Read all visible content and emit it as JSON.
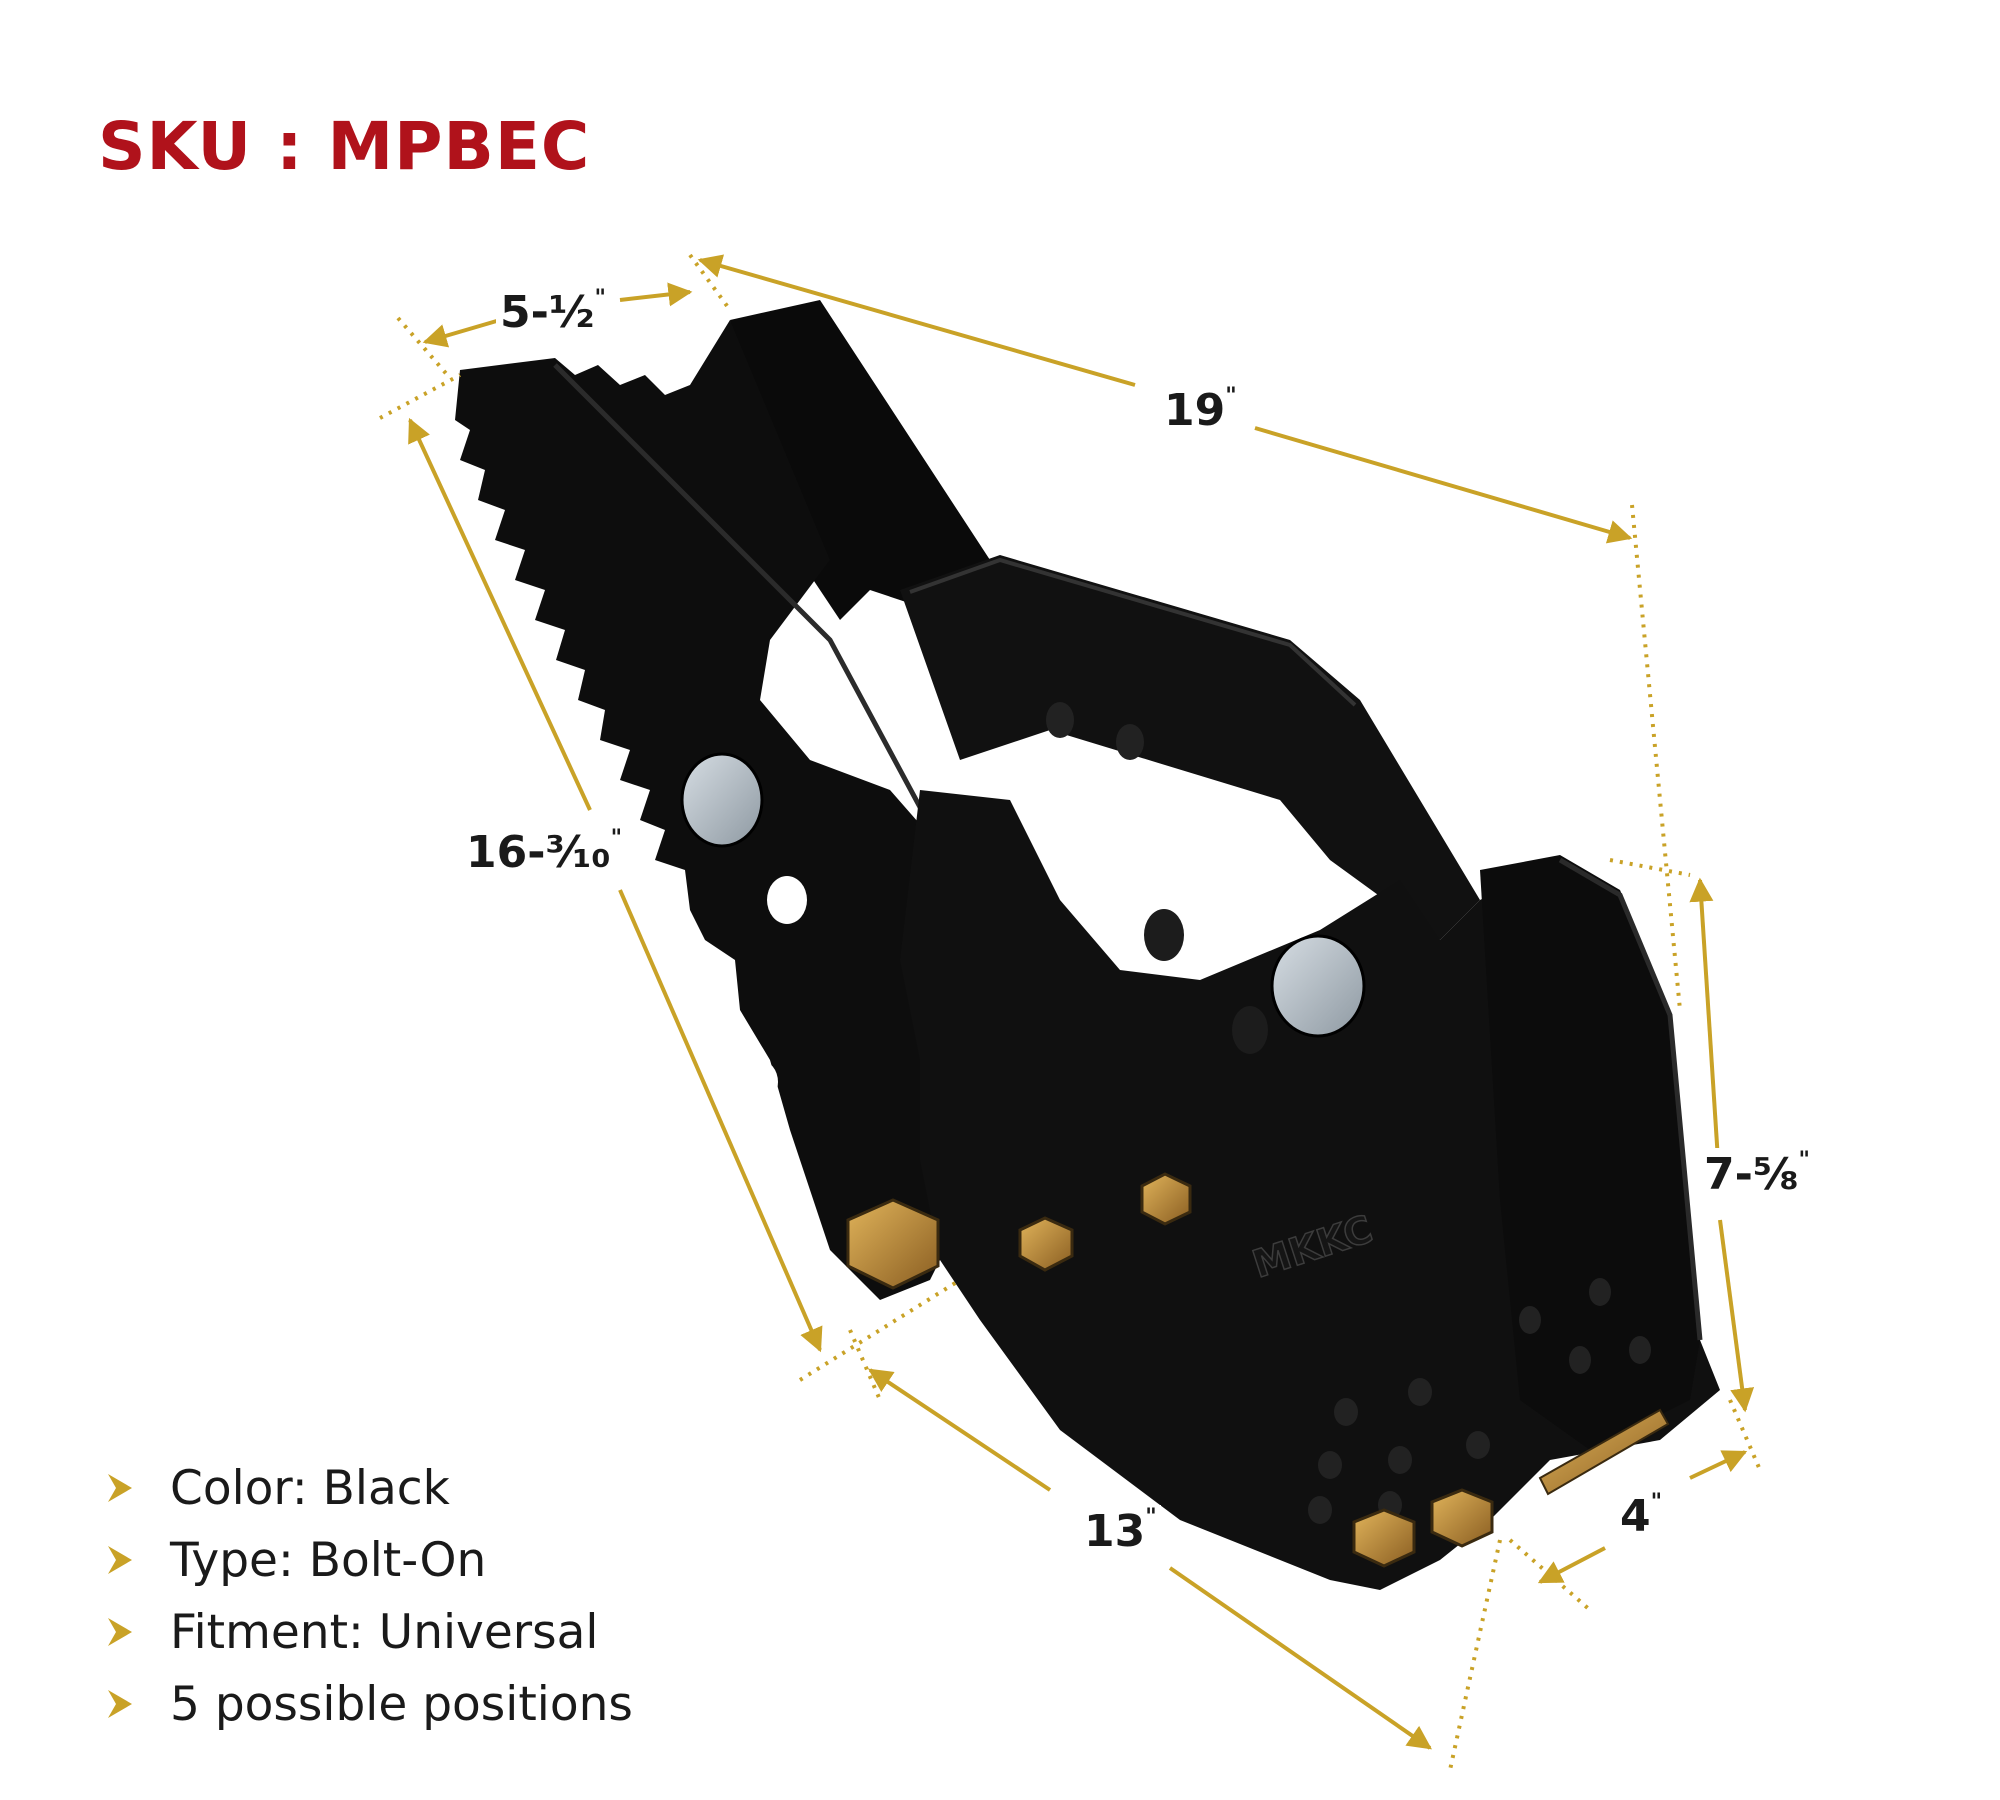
{
  "sku": "SKU : MPBEC",
  "dimensions": {
    "width_top": "5-½",
    "length": "19",
    "height_side": "16-³⁄₁₀",
    "height_mount": "7-⅝",
    "bottom_length": "13",
    "bottom_width": "4",
    "unit_mark": "\""
  },
  "features": [
    "Color: Black",
    "Type: Bolt-On",
    "Fitment: Universal",
    "5 possible positions"
  ],
  "logo_text": "MKKC",
  "colors": {
    "sku_red": "#b0121b",
    "gold_accent": "#c9a227",
    "product_black": "#0d0d0d",
    "pin_steel": "#a8b2ba",
    "bolt_brass": "#b98a35"
  }
}
